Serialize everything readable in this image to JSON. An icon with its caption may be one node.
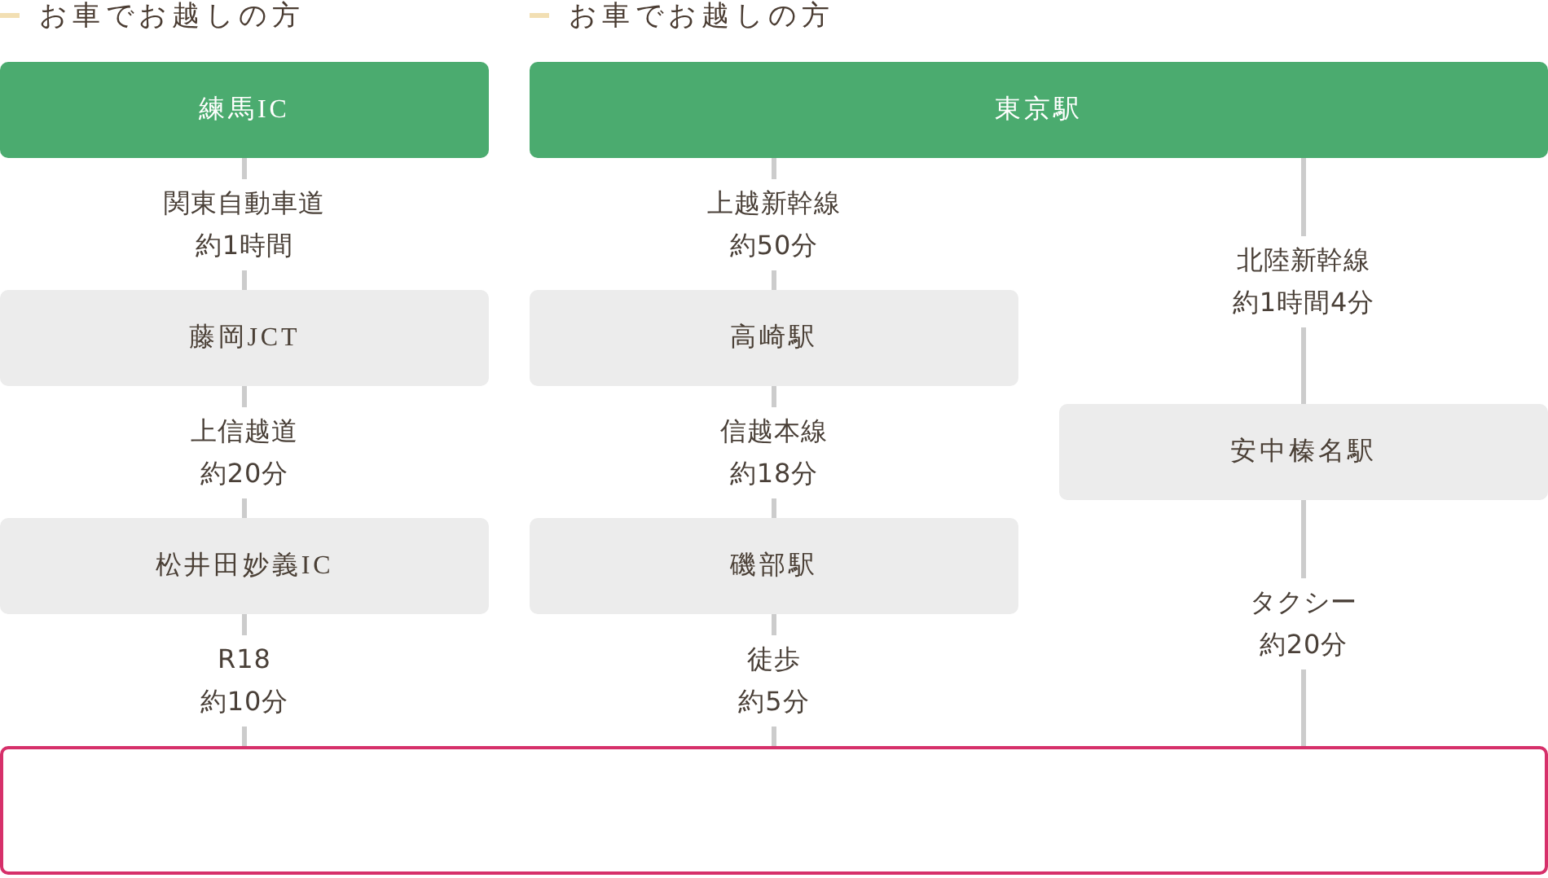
{
  "diagram": {
    "nodes": [
      {
        "text": [
          "練馬IC"
        ]
      },
      {
        "text": [
          "東京駅"
        ]
      },
      {
        "text": [
          "藤岡JCT"
        ]
      },
      {
        "text": [
          "高崎駅"
        ]
      },
      {
        "text": [
          "安中榛名駅"
        ]
      },
      {
        "text": [
          "松井田妙義IC"
        ]
      },
      {
        "text": [
          "磯部駅"
        ]
      },
      {
        "text": [],
        "shape": "box"
      }
    ],
    "edges": [
      {
        "from": 0,
        "to": 2,
        "arrow": "none",
        "label": "関東自動車道約1時間"
      },
      {
        "from": 2,
        "to": 5,
        "arrow": "none",
        "label": "上信越道約20分"
      },
      {
        "from": 5,
        "to": 7,
        "arrow": "none",
        "label": "R18約10分"
      },
      {
        "from": 1,
        "to": 3,
        "arrow": "none",
        "label": "上越新幹線約50分"
      },
      {
        "from": 3,
        "to": 6,
        "arrow": "none",
        "label": "信越本線約18分"
      },
      {
        "from": 6,
        "to": 7,
        "arrow": "none",
        "label": "徒歩約5分"
      },
      {
        "from": 1,
        "to": 4,
        "arrow": "none",
        "label": "北陸新幹線約1時間4分"
      },
      {
        "from": 4,
        "to": 7,
        "arrow": "none",
        "label": "タクシー約20分"
      }
    ],
    "labels": [
      "お車でお越しの方",
      "お車でお越しの方"
    ]
  }
}
